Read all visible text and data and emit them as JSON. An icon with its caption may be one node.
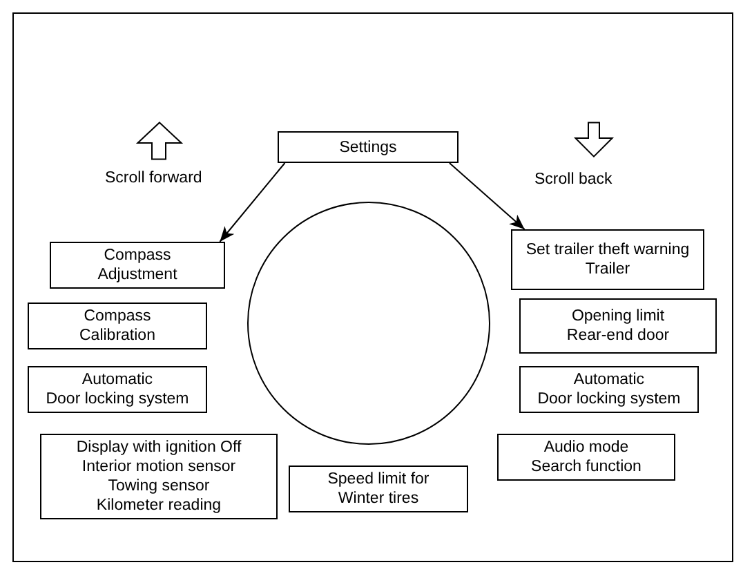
{
  "diagram": {
    "nodes": [
      {
        "text": [
          "Settings"
        ]
      },
      {
        "text": [
          "Compass",
          "Adjustment"
        ]
      },
      {
        "text": [],
        "shape": "circle"
      },
      {
        "text": [
          "Set trailer theft warning",
          "Trailer"
        ]
      },
      {
        "text": [
          "Compass",
          "Calibration"
        ]
      },
      {
        "text": [
          "Opening limit",
          "Rear-end door"
        ]
      },
      {
        "text": [
          "Automatic",
          "Door locking system"
        ]
      },
      {
        "text": [
          "Automatic",
          "Door locking system"
        ]
      },
      {
        "text": [
          "Display with ignition Off",
          "Interior motion sensor",
          "Towing sensor",
          "Kilometer reading"
        ]
      },
      {
        "text": [
          "Audio mode",
          "Search function"
        ]
      },
      {
        "text": [
          "Speed limit for",
          "Winter tires"
        ]
      }
    ],
    "edges": [
      {
        "from": 0,
        "to": 1,
        "arrow": "to"
      },
      {
        "from": 0,
        "to": 3,
        "arrow": "to"
      }
    ],
    "labels": [
      "Scroll forward",
      "Scroll back"
    ]
  }
}
